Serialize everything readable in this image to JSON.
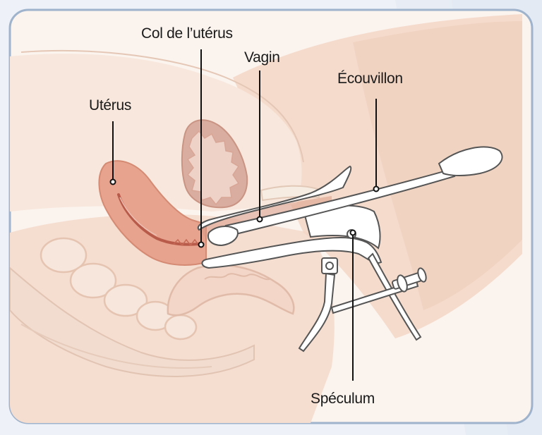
{
  "labels": {
    "uterus": "Utérus",
    "cervix": "Col de l’utérus",
    "vagina": "Vagin",
    "swab": "Écouvillon",
    "speculum": "Spéculum"
  },
  "colors": {
    "frame_border": "#9fb3cc",
    "panel_bg": "#fbf3ee",
    "skin": "#f5ddd0",
    "skin_light": "#f8e7dc",
    "uterus": "#e7a38e",
    "bladder": "#d9ad9f",
    "instrument": "#ffffff",
    "outline": "#555555"
  }
}
